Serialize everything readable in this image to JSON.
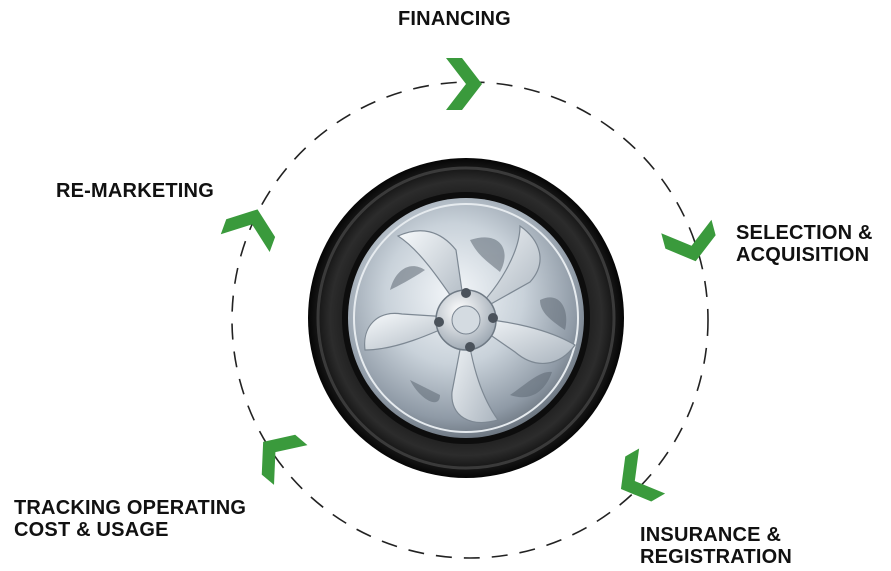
{
  "diagram": {
    "stages": [
      {
        "id": "financing",
        "lines": [
          "FINANCING"
        ]
      },
      {
        "id": "selection",
        "lines": [
          "SELECTION &",
          "ACQUISITION"
        ]
      },
      {
        "id": "insurance",
        "lines": [
          "INSURANCE &",
          "REGISTRATION"
        ]
      },
      {
        "id": "tracking",
        "lines": [
          "TRACKING OPERATING",
          "COST & USAGE"
        ]
      },
      {
        "id": "remarketing",
        "lines": [
          "RE-MARKETING"
        ]
      }
    ],
    "arrow_color": "#3a9a3c",
    "ring_color": "#222222",
    "center_icon": "car-wheel-tire-icon",
    "arrow_icon": "chevron-arrow-icon"
  }
}
